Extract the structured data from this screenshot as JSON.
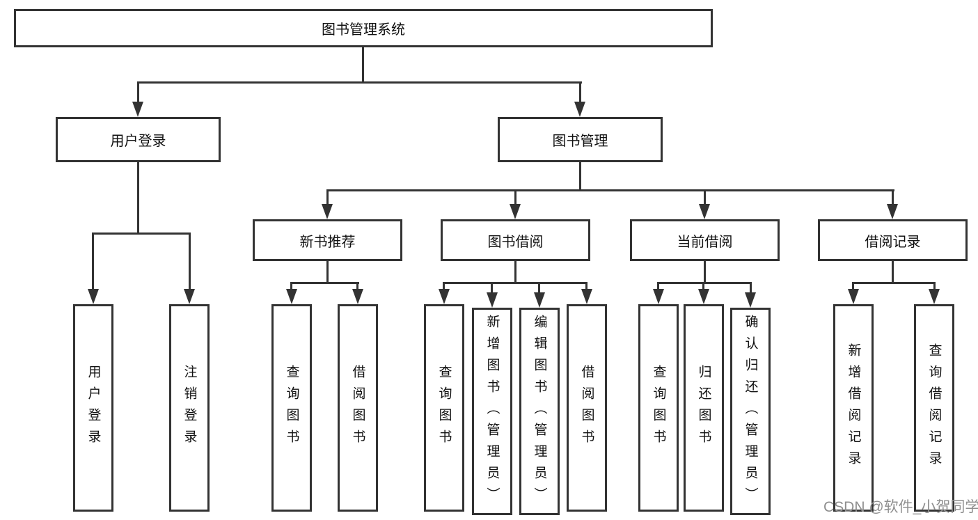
{
  "diagram": {
    "title_node": "图书管理系统",
    "level2": {
      "user_login": "用户登录",
      "book_management": "图书管理"
    },
    "level3": {
      "new_book_recommend": "新书推荐",
      "book_borrow": "图书借阅",
      "current_borrow": "当前借阅",
      "borrow_records": "借阅记录"
    },
    "leaves": {
      "user_login_leaf": "用户登录",
      "logout": "注销登录",
      "rec_query_books": "查询图书",
      "rec_borrow_books": "借阅图书",
      "bb_query_books": "查询图书",
      "bb_add_books": "新增图书（管理员）",
      "bb_edit_books": "编辑图书（管理员）",
      "bb_borrow_books": "借阅图书",
      "cb_query_books": "查询图书",
      "cb_return_books": "归还图书",
      "cb_confirm_return": "确认归还（管理员）",
      "br_add_record": "新增借阅记录",
      "br_query_record": "查询借阅记录"
    },
    "colors": {
      "line": "#333333",
      "text": "#111111",
      "watermark": "#8f8f8f"
    }
  },
  "watermark": "CSDN @软件_小贺同学"
}
